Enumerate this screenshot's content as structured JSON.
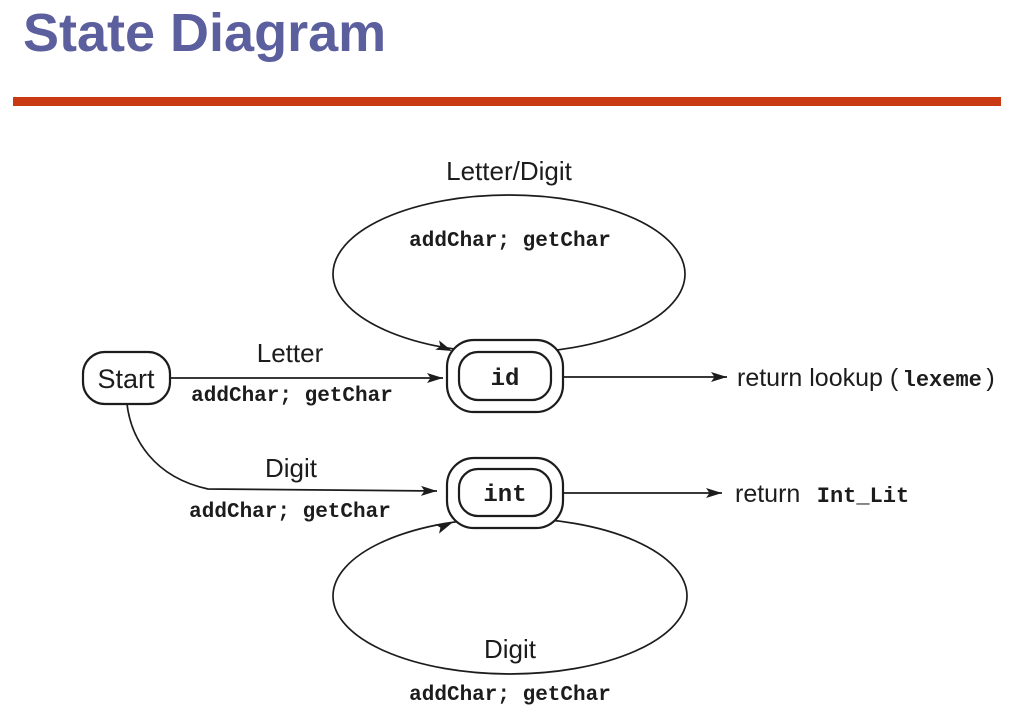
{
  "slide": {
    "title": "State Diagram",
    "title_color": "#5C5F9D",
    "rule_color": "#C93A12",
    "background": "#FFFFFF",
    "line_color": "#1C1C1C"
  },
  "diagram": {
    "type": "finite-state-machine",
    "states": {
      "start": {
        "label": "Start",
        "accepting": false
      },
      "id": {
        "label": "id",
        "accepting": true
      },
      "int": {
        "label": "int",
        "accepting": true
      }
    },
    "loop_top": {
      "state": "id",
      "condition": "Letter/Digit",
      "action": "addChar; getChar"
    },
    "edge_start_id": {
      "from": "Start",
      "to": "id",
      "condition": "Letter",
      "action": "addChar; getChar"
    },
    "edge_start_int": {
      "from": "Start",
      "to": "int",
      "condition": "Digit",
      "action": "addChar; getChar"
    },
    "loop_bottom": {
      "state": "int",
      "condition": "Digit",
      "action": "addChar; getChar"
    },
    "return_id": {
      "prefix": "return lookup (",
      "code": "lexeme",
      "suffix": ")"
    },
    "return_int": {
      "prefix": "return",
      "code": "Int_Lit"
    }
  }
}
